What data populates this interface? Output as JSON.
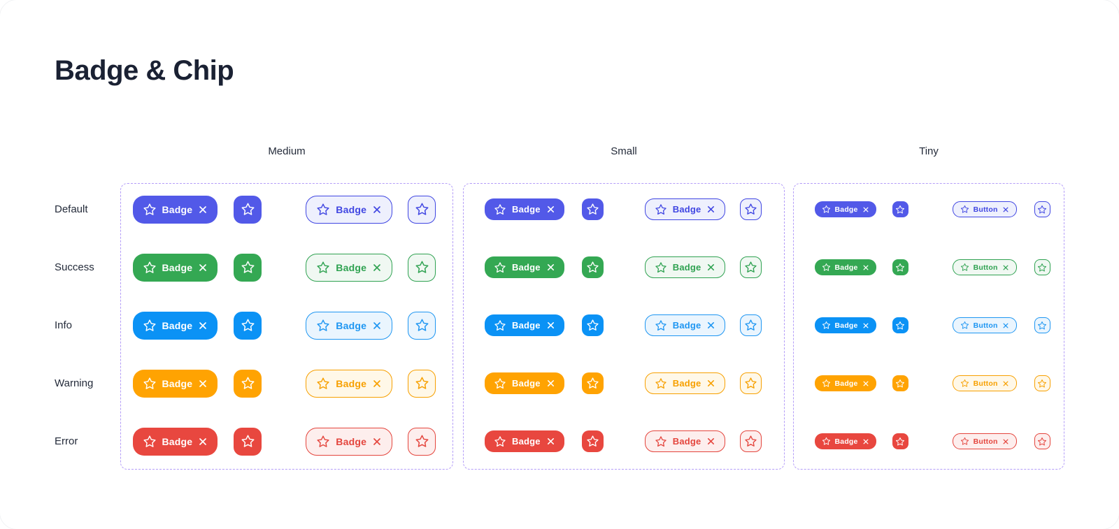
{
  "page": {
    "title": "Badge & Chip"
  },
  "size_columns": [
    {
      "id": "medium",
      "label": "Medium",
      "filled_badge_label": "Badge",
      "outlined_badge_label": "Badge"
    },
    {
      "id": "small",
      "label": "Small",
      "filled_badge_label": "Badge",
      "outlined_badge_label": "Badge"
    },
    {
      "id": "tiny",
      "label": "Tiny",
      "filled_badge_label": "Badge",
      "outlined_badge_label": "Button"
    }
  ],
  "status_rows": [
    {
      "id": "default",
      "label": "Default",
      "fill": "#5259E8",
      "outline": "#4046E2",
      "tint": "#EEF0FD"
    },
    {
      "id": "success",
      "label": "Success",
      "fill": "#34A853",
      "outline": "#2FA251",
      "tint": "#F0F8F2"
    },
    {
      "id": "info",
      "label": "Info",
      "fill": "#0B92F5",
      "outline": "#1E96F2",
      "tint": "#EAF5FE"
    },
    {
      "id": "warning",
      "label": "Warning",
      "fill": "#FFA302",
      "outline": "#F7A000",
      "tint": "#FFF8E8"
    },
    {
      "id": "error",
      "label": "Error",
      "fill": "#E8473F",
      "outline": "#E4453D",
      "tint": "#FDEEED"
    }
  ],
  "icons": {
    "star": "star-icon",
    "close": "close-icon"
  },
  "style": {
    "dashed_border": "#B49DF8",
    "title_color": "#1A2133",
    "label_color": "#242B3A",
    "background": "#FFFFFF"
  }
}
